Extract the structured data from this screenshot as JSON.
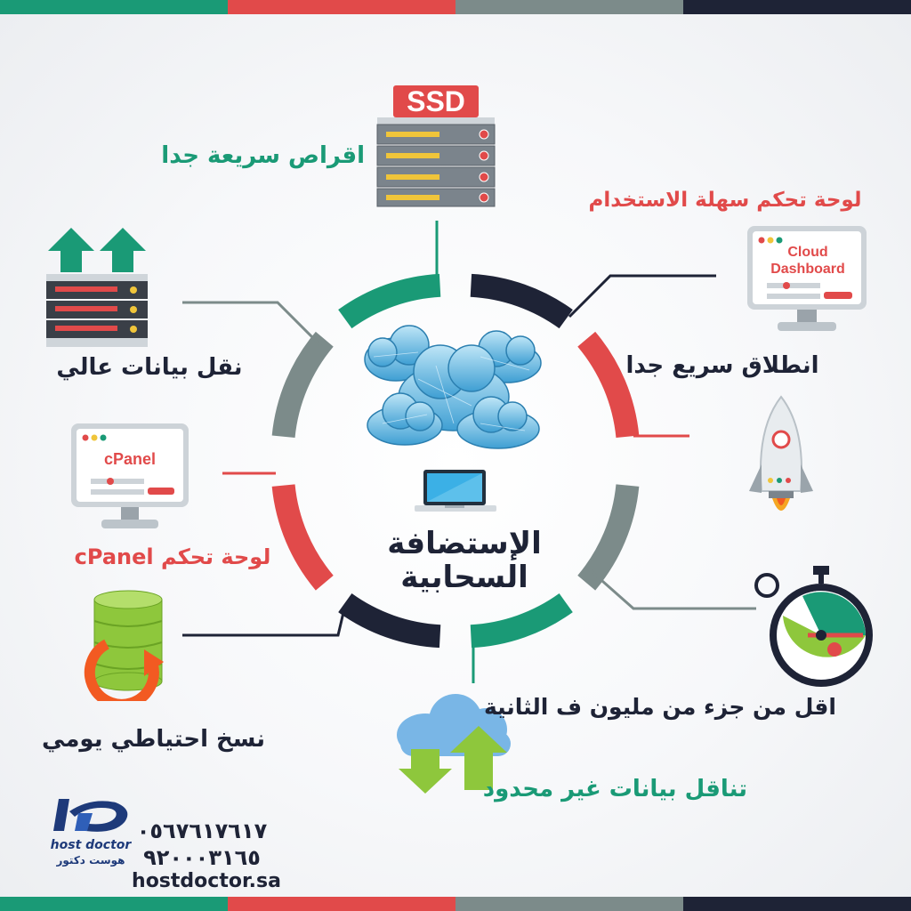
{
  "colors": {
    "green": "#1a9a76",
    "red": "#e14a4a",
    "gray": "#7c8b8a",
    "navy": "#1e2336"
  },
  "center": {
    "line1": "الإستضافة",
    "line2": "السحابية"
  },
  "features": {
    "ssd": {
      "badge": "SSD",
      "label": "اقراص سريعة جدا"
    },
    "transfer": {
      "label": "نقل بيانات عالي"
    },
    "cpanel": {
      "screen": "cPanel",
      "label": "لوحة تحكم cPanel"
    },
    "backup": {
      "label": "نسخ احتياطي يومي"
    },
    "unlimited": {
      "label": "تناقل بيانات غير محدود"
    },
    "latency": {
      "label": "اقل من جزء من مليون ف الثانية"
    },
    "launch": {
      "label": "انطلاق سريع جدا"
    },
    "dashboard": {
      "screen_line1": "Cloud",
      "screen_line2": "Dashboard",
      "label": "لوحة تحكم سهلة الاستخدام"
    }
  },
  "brand": {
    "logo_en": "host doctor",
    "logo_ar": "هوست دكتور",
    "phone1": "٠٥٦٧٦١٧٦١٧",
    "phone2": "٩٢٠٠٠٣١٦٥",
    "website": "hostdoctor.sa"
  }
}
